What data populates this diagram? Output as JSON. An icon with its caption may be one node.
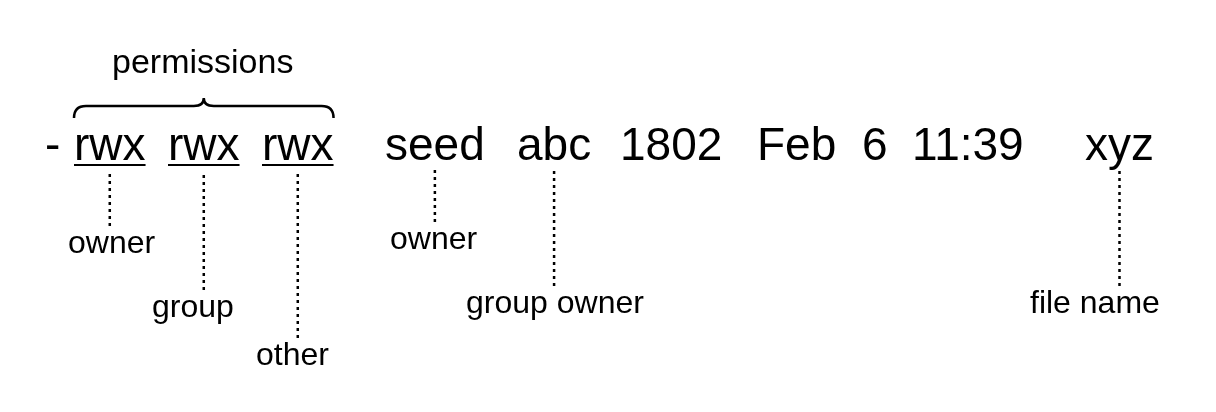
{
  "diagram": {
    "nodes": [
      {
        "text": [
          "rwx"
        ]
      },
      {
        "text": [
          "rwx"
        ]
      },
      {
        "text": [
          "rwx"
        ]
      },
      {
        "text": [
          "seed"
        ]
      },
      {
        "text": [
          "abc"
        ]
      },
      {
        "text": [
          "xyz"
        ]
      },
      {
        "text": [
          "owner"
        ]
      },
      {
        "text": [
          "group"
        ]
      },
      {
        "text": [
          "other"
        ]
      },
      {
        "text": [
          "owner"
        ]
      },
      {
        "text": [
          "group owner"
        ]
      },
      {
        "text": [
          "file name"
        ]
      }
    ],
    "edges": [
      {
        "from": 6,
        "to": 0,
        "arrow": "none",
        "style": "dashed"
      },
      {
        "from": 7,
        "to": 1,
        "arrow": "none",
        "style": "dashed"
      },
      {
        "from": 8,
        "to": 2,
        "arrow": "none",
        "style": "dashed"
      },
      {
        "from": 9,
        "to": 3,
        "arrow": "none",
        "style": "dashed"
      },
      {
        "from": 10,
        "to": 4,
        "arrow": "none",
        "style": "dashed"
      },
      {
        "from": 11,
        "to": 5,
        "arrow": "none",
        "style": "dashed"
      }
    ],
    "labels": [
      "permissions",
      "-",
      "1802",
      "Feb",
      "6",
      "11:39"
    ]
  }
}
